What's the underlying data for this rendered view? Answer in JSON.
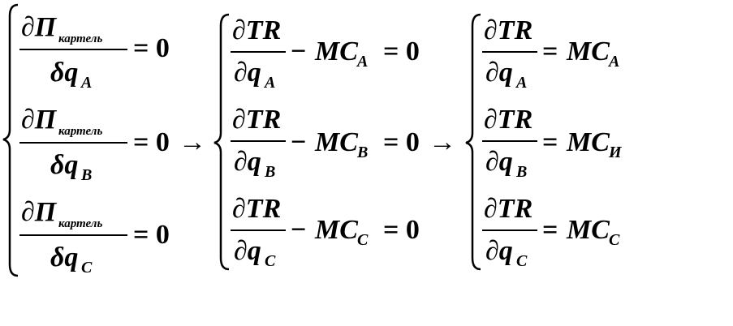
{
  "colors": {
    "ink": "#000000",
    "background": "#ffffff"
  },
  "system1": {
    "rows": [
      {
        "num_main": "∂Π",
        "num_sub": "картель",
        "den_main": "δq",
        "den_sub": "А",
        "rhs": "= 0"
      },
      {
        "num_main": "∂Π",
        "num_sub": "картель",
        "den_main": "δq",
        "den_sub": "В",
        "rhs": "= 0"
      },
      {
        "num_main": "∂Π",
        "num_sub": "картель",
        "den_main": "δq",
        "den_sub": "С",
        "rhs": "= 0"
      }
    ]
  },
  "arrow1": "→",
  "system2": {
    "rows": [
      {
        "num": "∂TR",
        "den_main": "∂q",
        "den_sub": "А",
        "minus": "−",
        "mc": "MC",
        "mc_sub": "А",
        "rhs": "= 0"
      },
      {
        "num": "∂TR",
        "den_main": "∂q",
        "den_sub": "В",
        "minus": "−",
        "mc": "MC",
        "mc_sub": "В",
        "rhs": "= 0"
      },
      {
        "num": "∂TR",
        "den_main": "∂q",
        "den_sub": "С",
        "minus": "−",
        "mc": "MC",
        "mc_sub": "С",
        "rhs": "= 0"
      }
    ]
  },
  "arrow2": "→",
  "system3": {
    "rows": [
      {
        "num": "∂TR",
        "den_main": "∂q",
        "den_sub": "А",
        "eq": "=",
        "mc": "MC",
        "mc_sub": "А"
      },
      {
        "num": "∂TR",
        "den_main": "∂q",
        "den_sub": "В",
        "eq": "=",
        "mc": "MC",
        "mc_sub": "И"
      },
      {
        "num": "∂TR",
        "den_main": "∂q",
        "den_sub": "С",
        "eq": "=",
        "mc": "MC",
        "mc_sub": "С"
      }
    ]
  }
}
